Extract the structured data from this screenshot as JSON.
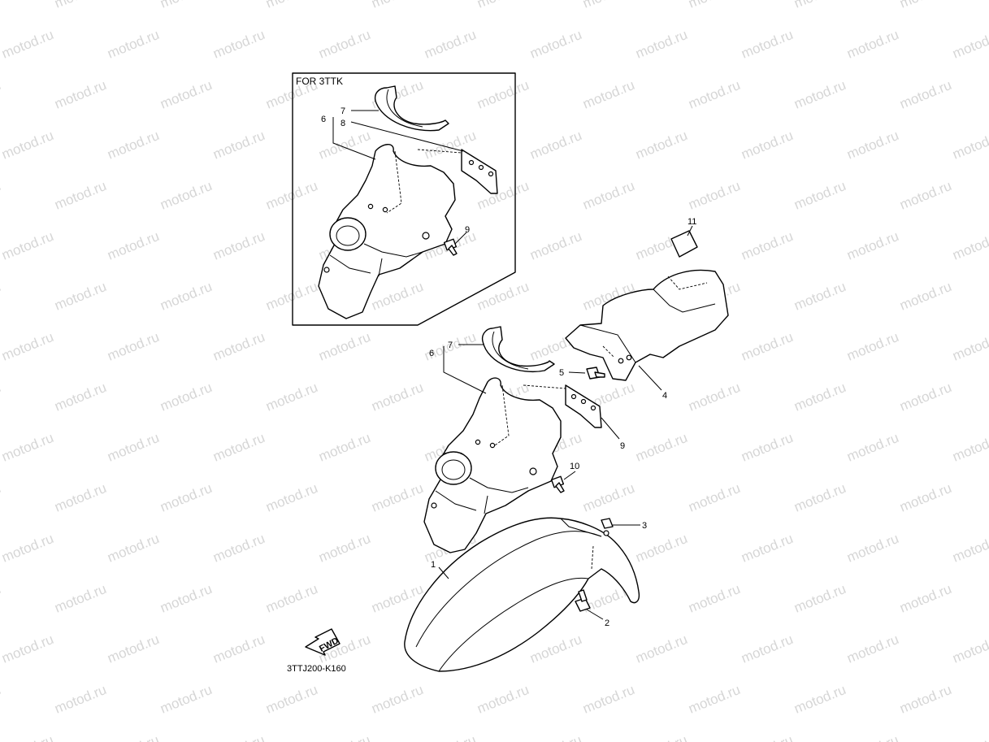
{
  "watermark": {
    "text": "motod.ru",
    "color": "#d6d6d6"
  },
  "inset": {
    "title": "FOR 3TTK"
  },
  "callouts": {
    "n1": "1",
    "n2": "2",
    "n3": "3",
    "n4": "4",
    "n5": "5",
    "n6": "6",
    "n7": "7",
    "n8": "8",
    "n9": "9",
    "n10": "10",
    "n11": "11"
  },
  "fwd_label": "FWD",
  "part_code": "3TTJ200-K160"
}
